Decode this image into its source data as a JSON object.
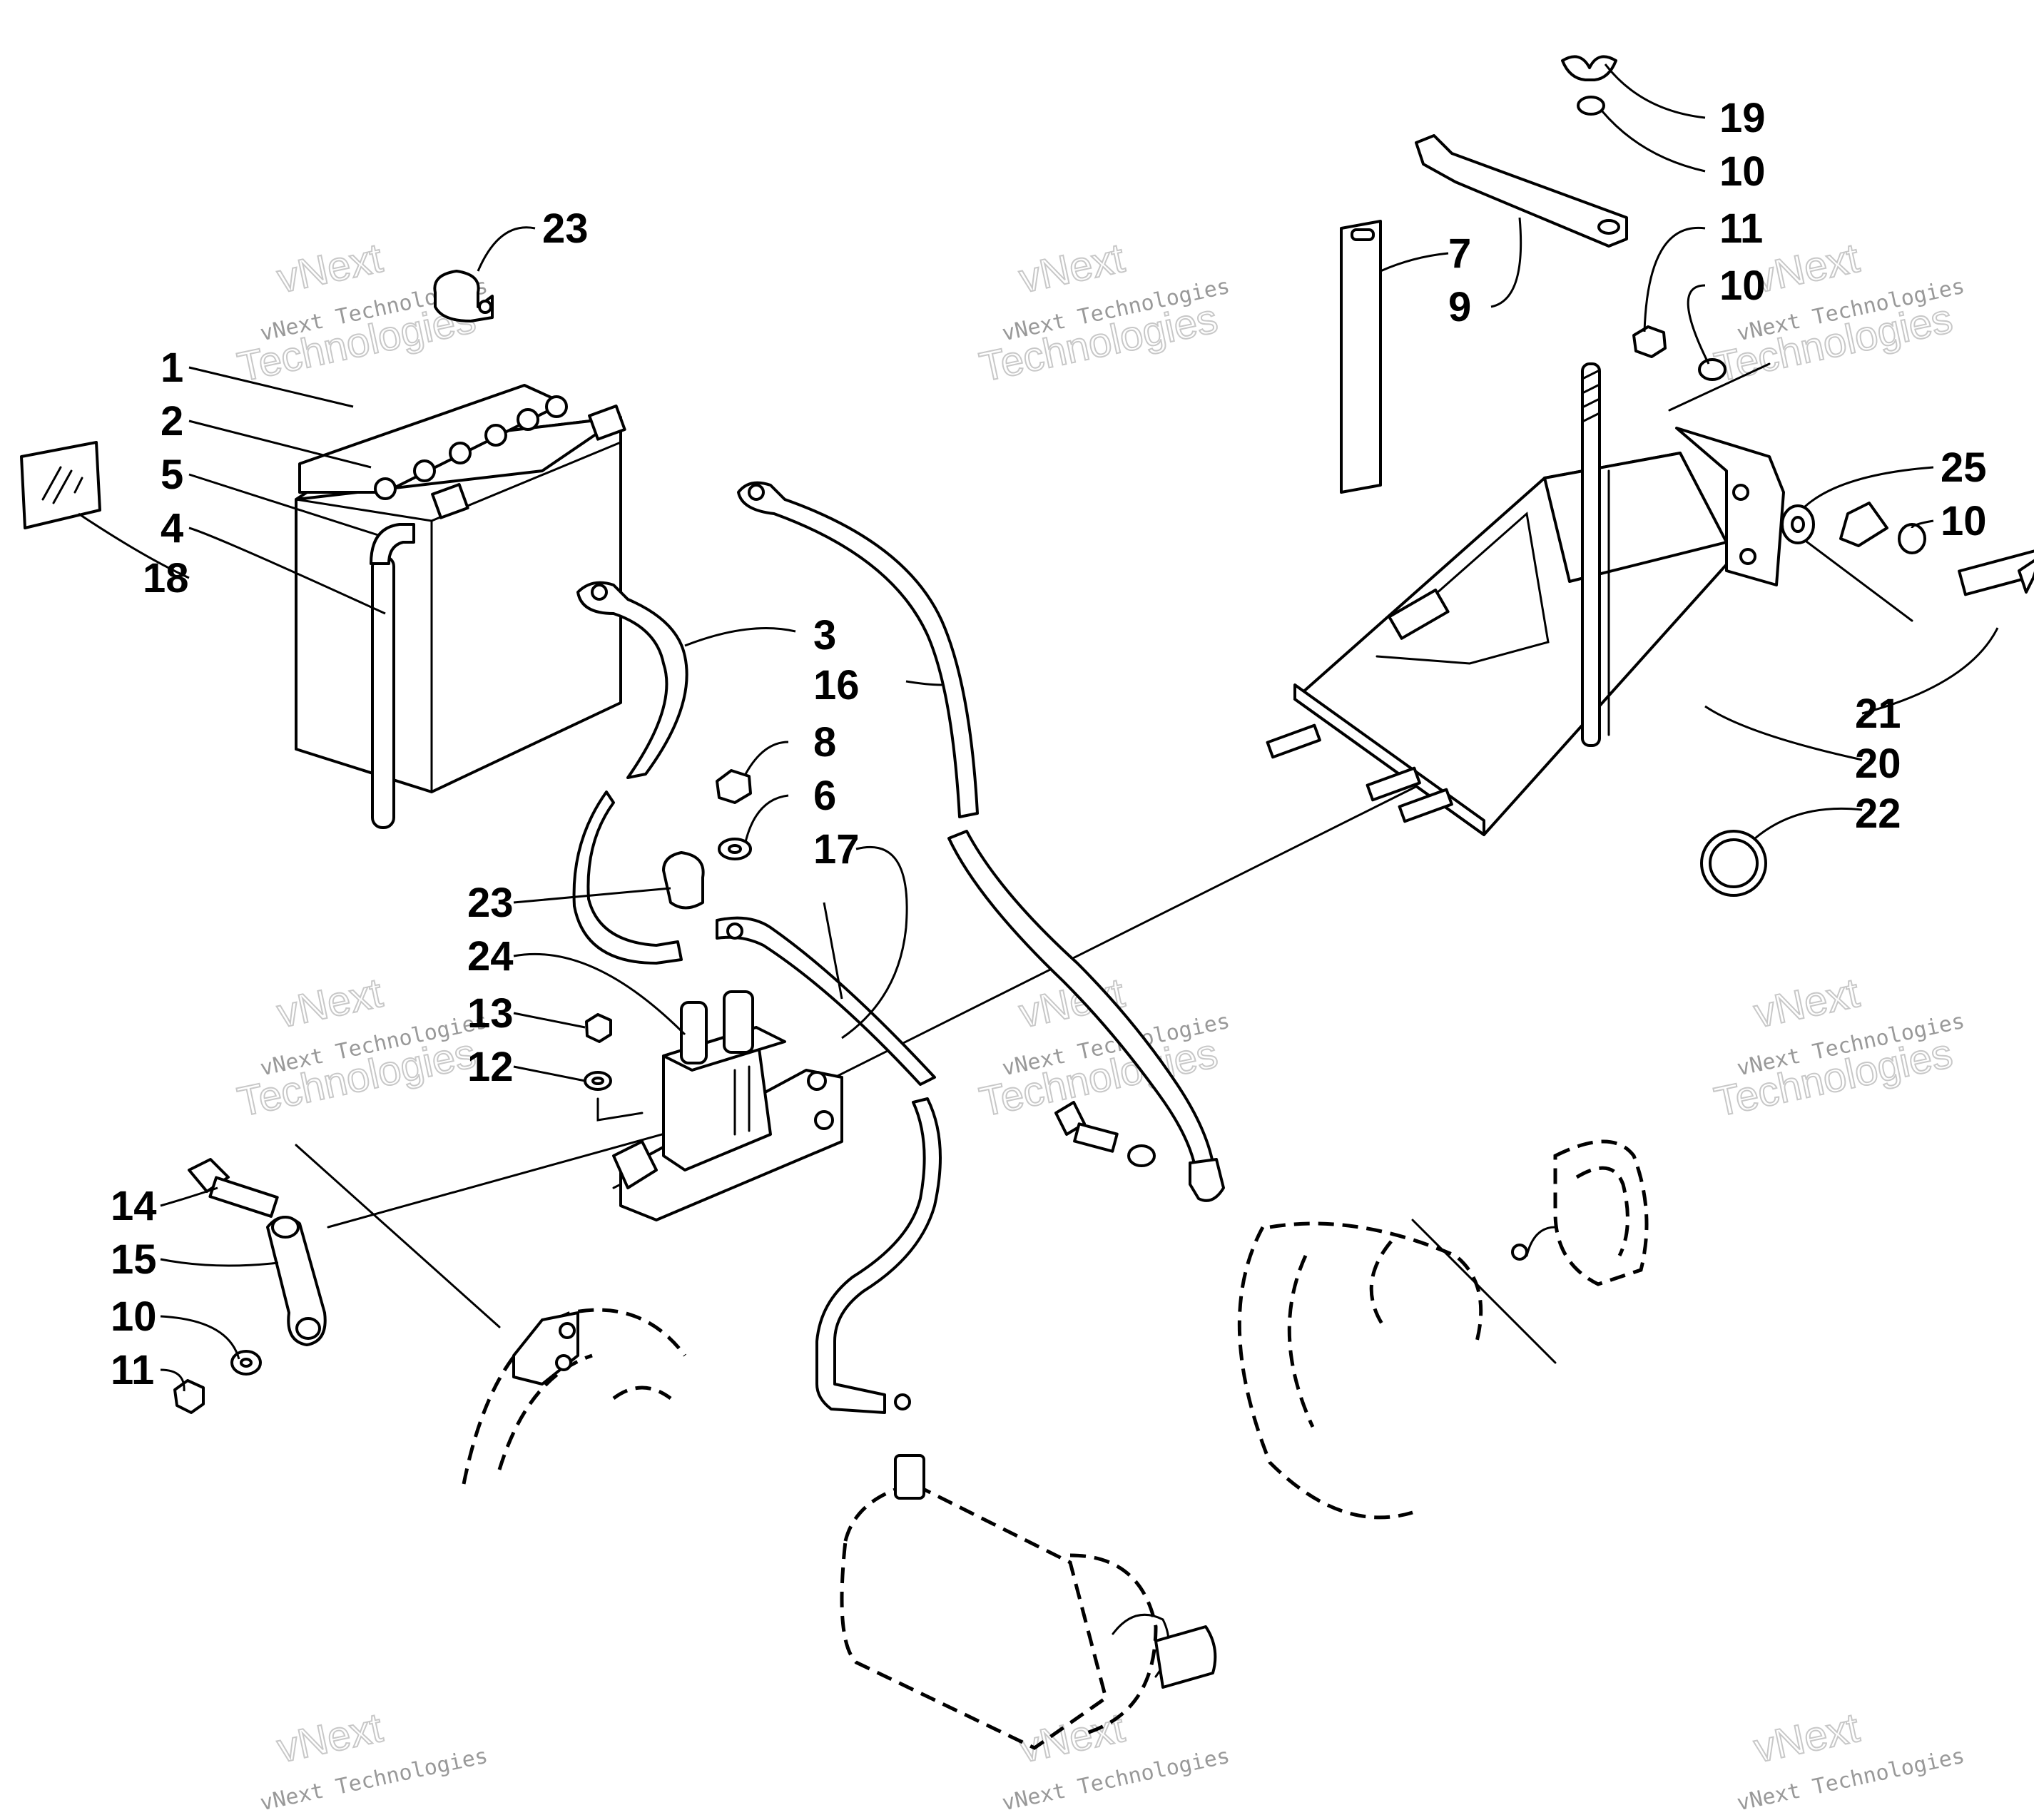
{
  "callouts": [
    {
      "id": "c23a",
      "text": "23"
    },
    {
      "id": "c1",
      "text": "1"
    },
    {
      "id": "c2",
      "text": "2"
    },
    {
      "id": "c5",
      "text": "5"
    },
    {
      "id": "c4",
      "text": "4"
    },
    {
      "id": "c18",
      "text": "18"
    },
    {
      "id": "c3",
      "text": "3"
    },
    {
      "id": "c16",
      "text": "16"
    },
    {
      "id": "c8",
      "text": "8"
    },
    {
      "id": "c6",
      "text": "6"
    },
    {
      "id": "c17",
      "text": "17"
    },
    {
      "id": "c23b",
      "text": "23"
    },
    {
      "id": "c24",
      "text": "24"
    },
    {
      "id": "c13",
      "text": "13"
    },
    {
      "id": "c12",
      "text": "12"
    },
    {
      "id": "c14",
      "text": "14"
    },
    {
      "id": "c15",
      "text": "15"
    },
    {
      "id": "c10a",
      "text": "10"
    },
    {
      "id": "c11a",
      "text": "11"
    },
    {
      "id": "c19",
      "text": "19"
    },
    {
      "id": "c10b",
      "text": "10"
    },
    {
      "id": "c11b",
      "text": "11"
    },
    {
      "id": "c10c",
      "text": "10"
    },
    {
      "id": "c7",
      "text": "7"
    },
    {
      "id": "c9",
      "text": "9"
    },
    {
      "id": "c25",
      "text": "25"
    },
    {
      "id": "c10d",
      "text": "10"
    },
    {
      "id": "c21",
      "text": "21"
    },
    {
      "id": "c20",
      "text": "20"
    },
    {
      "id": "c22",
      "text": "22"
    }
  ],
  "watermark": {
    "line1": "vNext Technologies",
    "line2": "vNext",
    "line3": "Technologies"
  }
}
